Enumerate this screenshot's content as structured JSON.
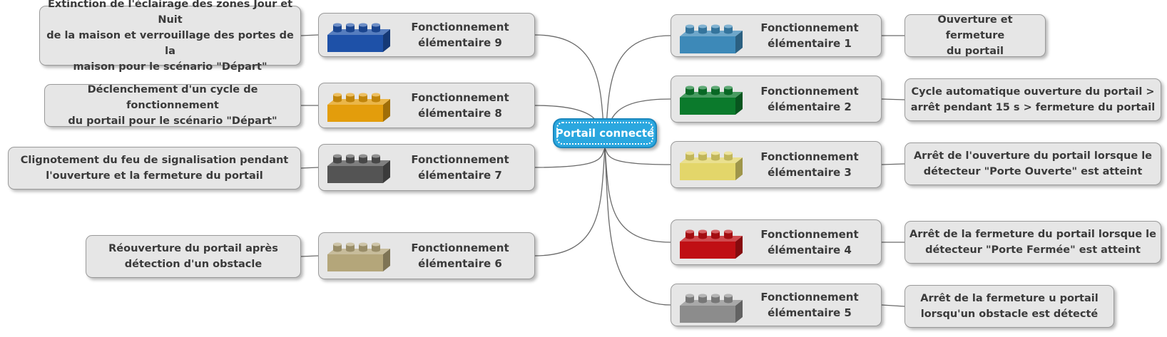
{
  "center": {
    "label": "Portail connecté",
    "color": "#2aa7df"
  },
  "functions": [
    {
      "id": 1,
      "label": "Fonctionnement\nélémentaire 1",
      "brick_color": "#3d89b8",
      "description": "Ouverture et fermeture\ndu portail"
    },
    {
      "id": 2,
      "label": "Fonctionnement\nélémentaire 2",
      "brick_color": "#0b7a2c",
      "description": "Cycle automatique ouverture du portail >\narrêt pendant 15 s > fermeture du portail"
    },
    {
      "id": 3,
      "label": "Fonctionnement\nélémentaire 3",
      "brick_color": "#e3d66a",
      "description": "Arrêt de l'ouverture du portail lorsque le\ndétecteur \"Porte Ouverte\" est atteint"
    },
    {
      "id": 4,
      "label": "Fonctionnement\nélémentaire 4",
      "brick_color": "#c00f14",
      "description": "Arrêt de la fermeture du portail lorsque le\ndétecteur \"Porte Fermée\" est atteint"
    },
    {
      "id": 5,
      "label": "Fonctionnement\nélémentaire 5",
      "brick_color": "#8c8c8c",
      "description": "Arrêt de la fermeture u portail\nlorsqu'un obstacle est détecté"
    },
    {
      "id": 6,
      "label": "Fonctionnement\nélémentaire 6",
      "brick_color": "#b4a67a",
      "description": "Réouverture du portail après\ndétection d'un obstacle"
    },
    {
      "id": 7,
      "label": "Fonctionnement\nélémentaire 7",
      "brick_color": "#545454",
      "description": "Clignotement du feu de signalisation pendant\nl'ouverture et la fermeture du portail"
    },
    {
      "id": 8,
      "label": "Fonctionnement\nélémentaire 8",
      "brick_color": "#e39d0c",
      "description": "Déclenchement d'un cycle de fonctionnement\ndu portail pour le scénario \"Départ\""
    },
    {
      "id": 9,
      "label": "Fonctionnement\nélémentaire 9",
      "brick_color": "#1e51a8",
      "description": "Extinction de l'éclairage des zones Jour et Nuit\nde la maison et verrouillage des portes de la\nmaison pour le scénario \"Départ\""
    }
  ]
}
